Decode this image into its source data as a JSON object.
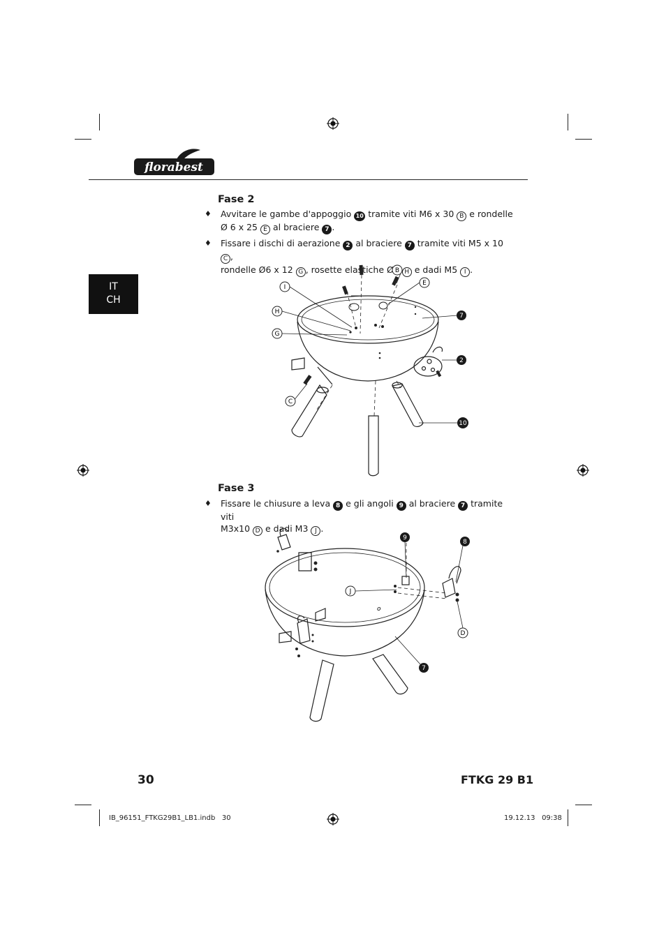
{
  "header": {
    "logo_text": "florabest"
  },
  "language_tab": {
    "line1": "IT",
    "line2": "CH"
  },
  "fase2": {
    "title": "Fase 2",
    "bullet": "♦",
    "step1": {
      "a": "Avvitare le gambe d'appoggio",
      "b": "tramite viti M6 x 30",
      "c": "e rondelle",
      "d": "Ø 6 x 25",
      "e": "al braciere",
      "f": "."
    },
    "step2": {
      "a": "Fissare i dischi di aerazione",
      "b": "al braciere",
      "c": "tramite viti M5 x 10",
      "d": ",",
      "e": "rondelle Ø6 x 12",
      "f": ", rosette elastiche Ø5",
      "g": "e dadi M5",
      "h": "."
    }
  },
  "fase3": {
    "title": "Fase 3",
    "bullet": "♦",
    "step1": {
      "a": "Fissare le chiusure a leva",
      "b": "e gli angoli",
      "c": "al braciere",
      "d": "tramite viti",
      "e": "M3x10",
      "f": "e dadi M3",
      "g": "."
    }
  },
  "refs": {
    "n10": "10",
    "n7": "7",
    "n2": "2",
    "n8": "8",
    "n9": "9",
    "B": "B",
    "C": "C",
    "D": "D",
    "E": "E",
    "G": "G",
    "H": "H",
    "I": "I",
    "J": "J"
  },
  "footer": {
    "page_number": "30",
    "model": "FTKG 29 B1",
    "file_info": "IB_96151_FTKG29B1_LB1.indb   30",
    "date_time": "19.12.13   09:38"
  }
}
